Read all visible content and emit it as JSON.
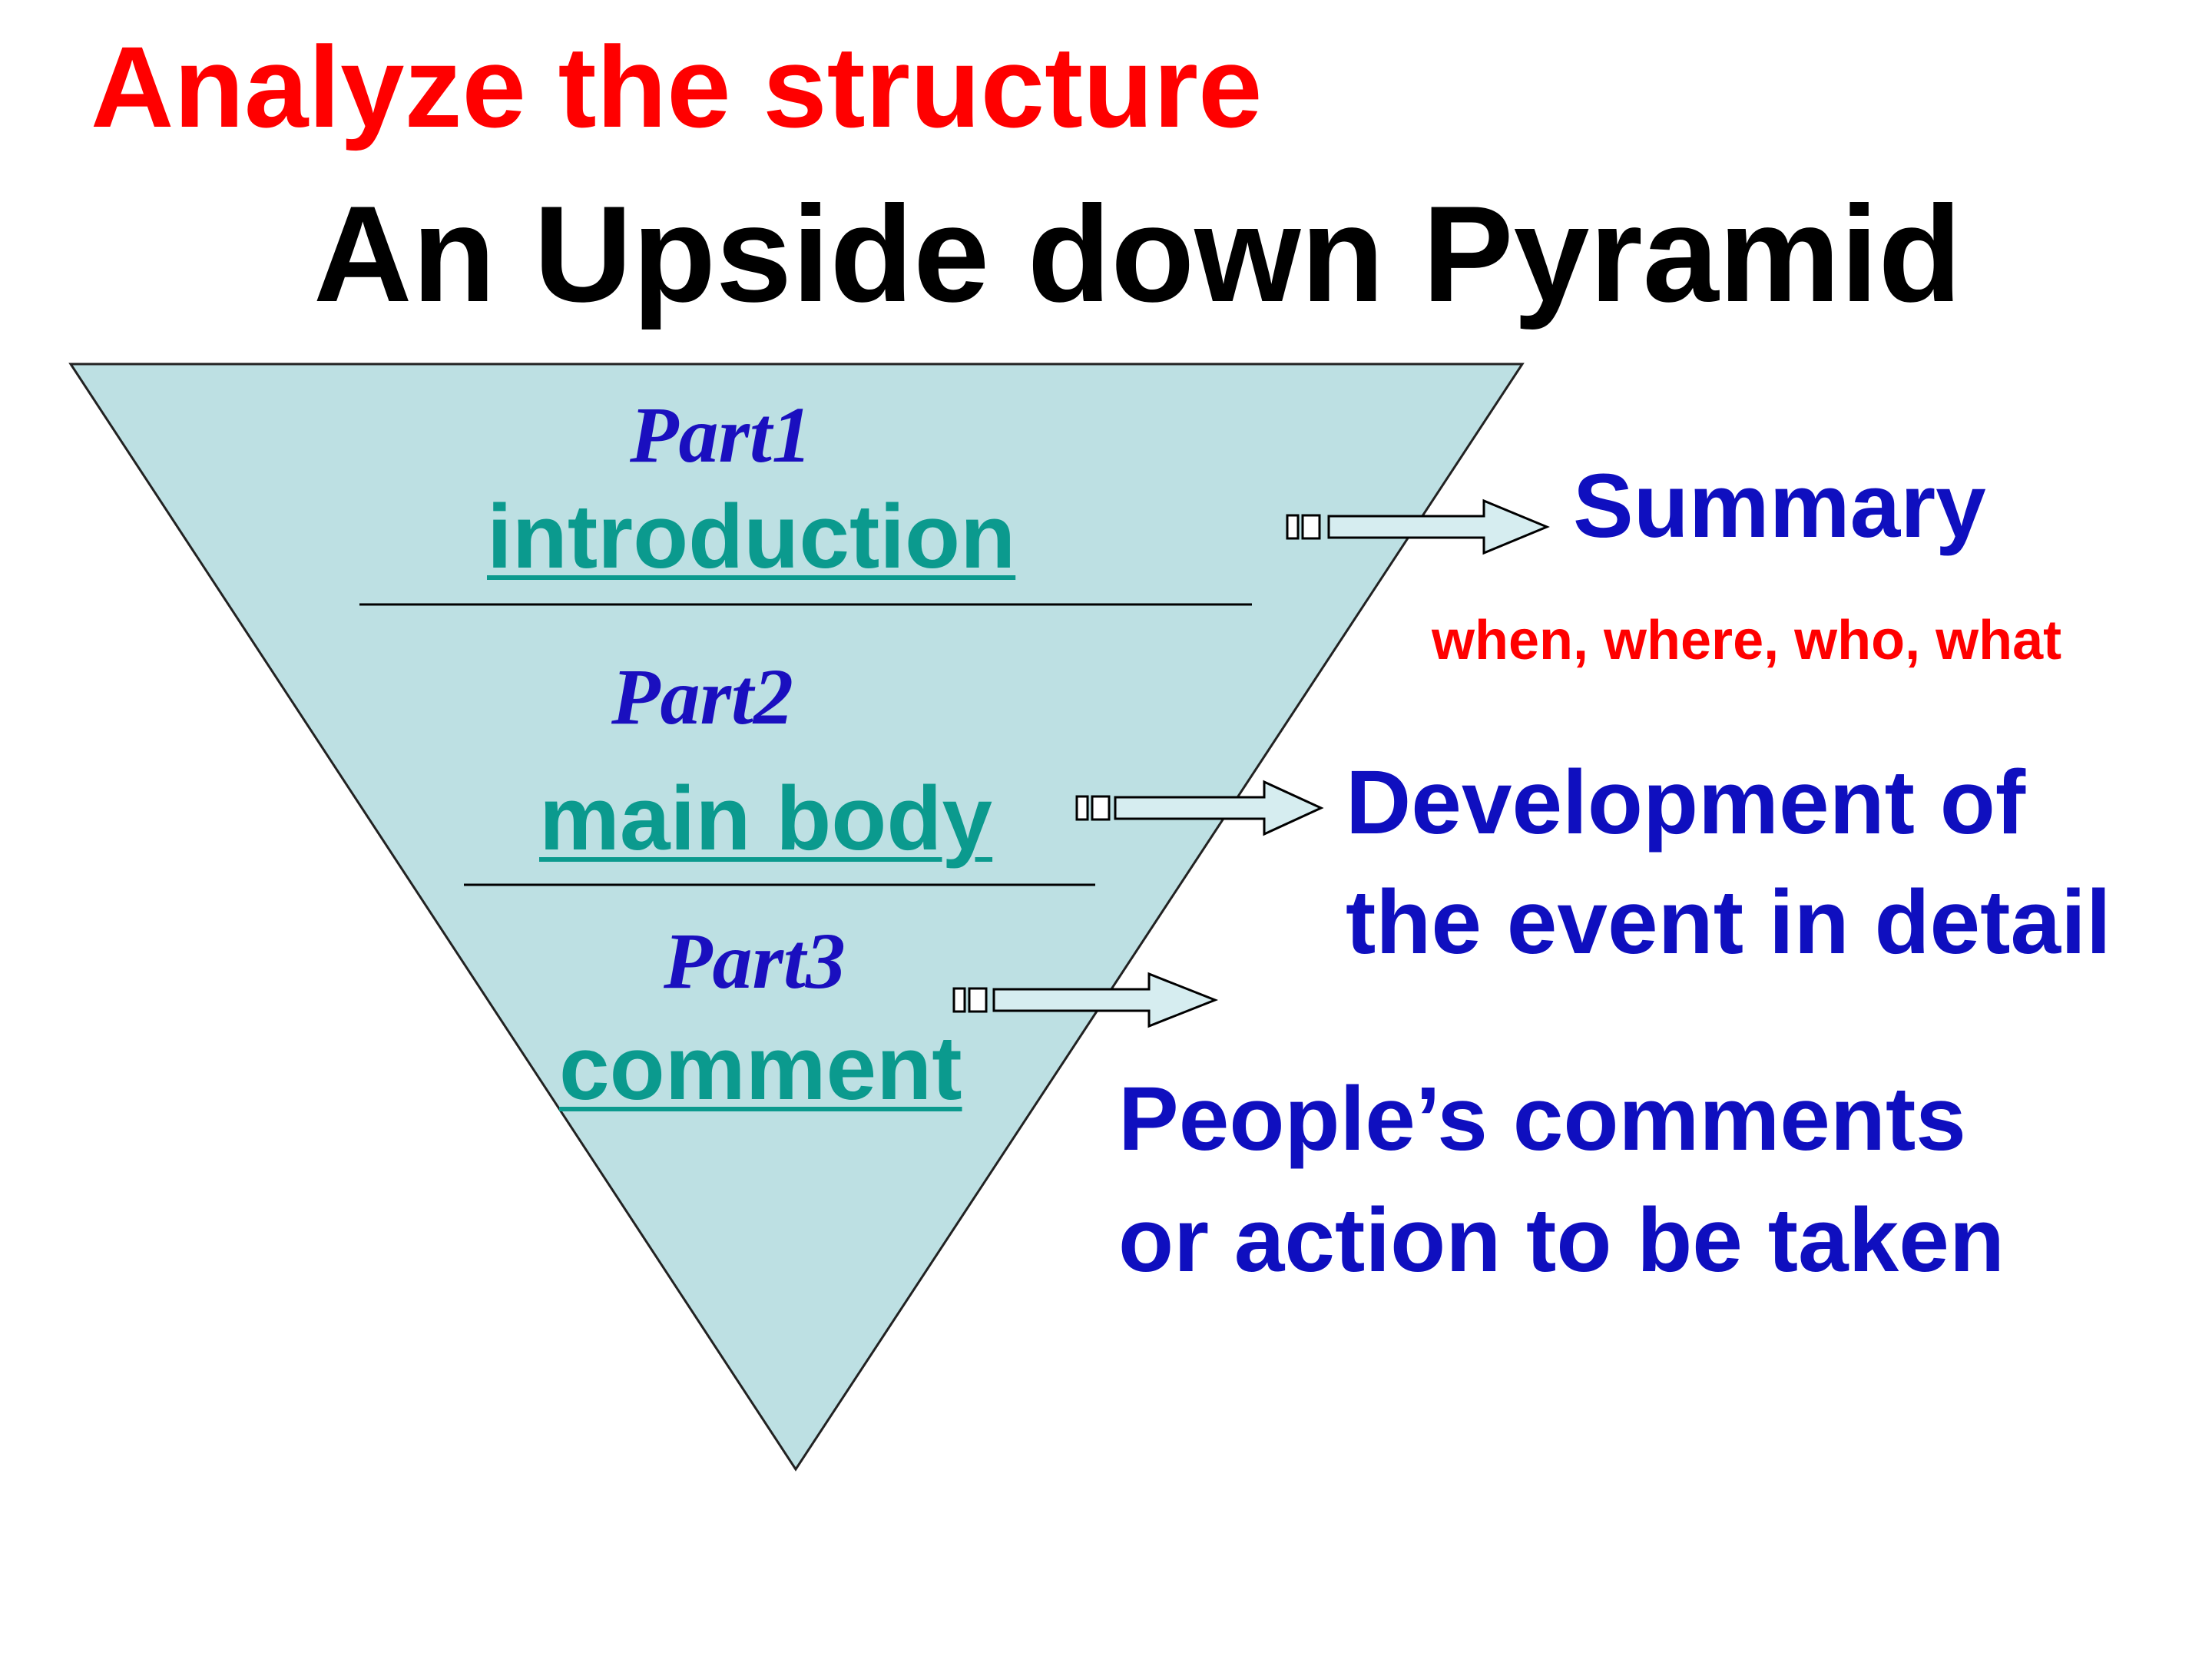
{
  "heading": "Analyze the structure",
  "title": "An Upside down Pyramid",
  "parts": [
    {
      "label": "Part1",
      "section": "introduction",
      "description": [
        "Summary"
      ],
      "detail": "when, where, who, what"
    },
    {
      "label": "Part2",
      "section": "main body",
      "description": [
        "Development of",
        "the event in detail"
      ]
    },
    {
      "label": "Part3",
      "section": "comment",
      "description": [
        "People’s comments",
        "or action to be taken"
      ]
    }
  ],
  "colors": {
    "heading": "#ff0000",
    "title": "#000000",
    "part_label": "#1a0fbf",
    "section": "#0b9a8e",
    "description": "#0f0fbf",
    "pyramid_fill": "#bde0e3",
    "arrow_fill": "#d6edf0"
  },
  "icons": [
    "arrow-right-icon"
  ]
}
